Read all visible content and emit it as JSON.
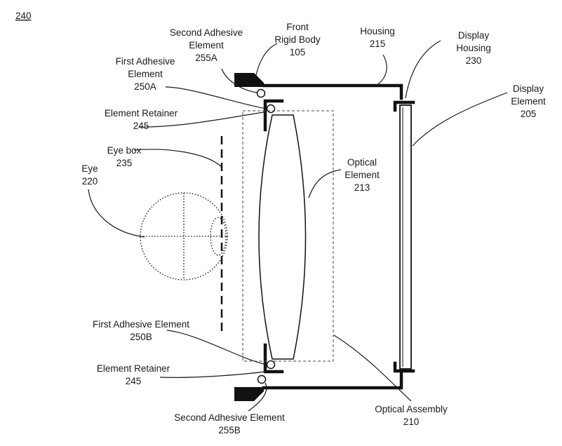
{
  "figure": {
    "number": "240"
  },
  "labels": {
    "second_adhesive_255a": [
      "Second Adhesive",
      "Element",
      "255A"
    ],
    "front_rigid_body": [
      "Front",
      "Rigid Body",
      "105"
    ],
    "housing": [
      "Housing",
      "215"
    ],
    "display_housing": [
      "Display",
      "Housing",
      "230"
    ],
    "first_adhesive_250a": [
      "First Adhesive",
      "Element",
      "250A"
    ],
    "display_element": [
      "Display",
      "Element",
      "205"
    ],
    "element_retainer_top": [
      "Element Retainer",
      "245"
    ],
    "eye_box": [
      "Eye box",
      "235"
    ],
    "eye": [
      "Eye",
      "220"
    ],
    "optical_element": [
      "Optical",
      "Element",
      "213"
    ],
    "first_adhesive_250b": [
      "First Adhesive Element",
      "250B"
    ],
    "element_retainer_bottom": [
      "Element Retainer",
      "245"
    ],
    "optical_assembly": [
      "Optical Assembly",
      "210"
    ],
    "second_adhesive_255b": [
      "Second Adhesive Element",
      "255B"
    ]
  }
}
